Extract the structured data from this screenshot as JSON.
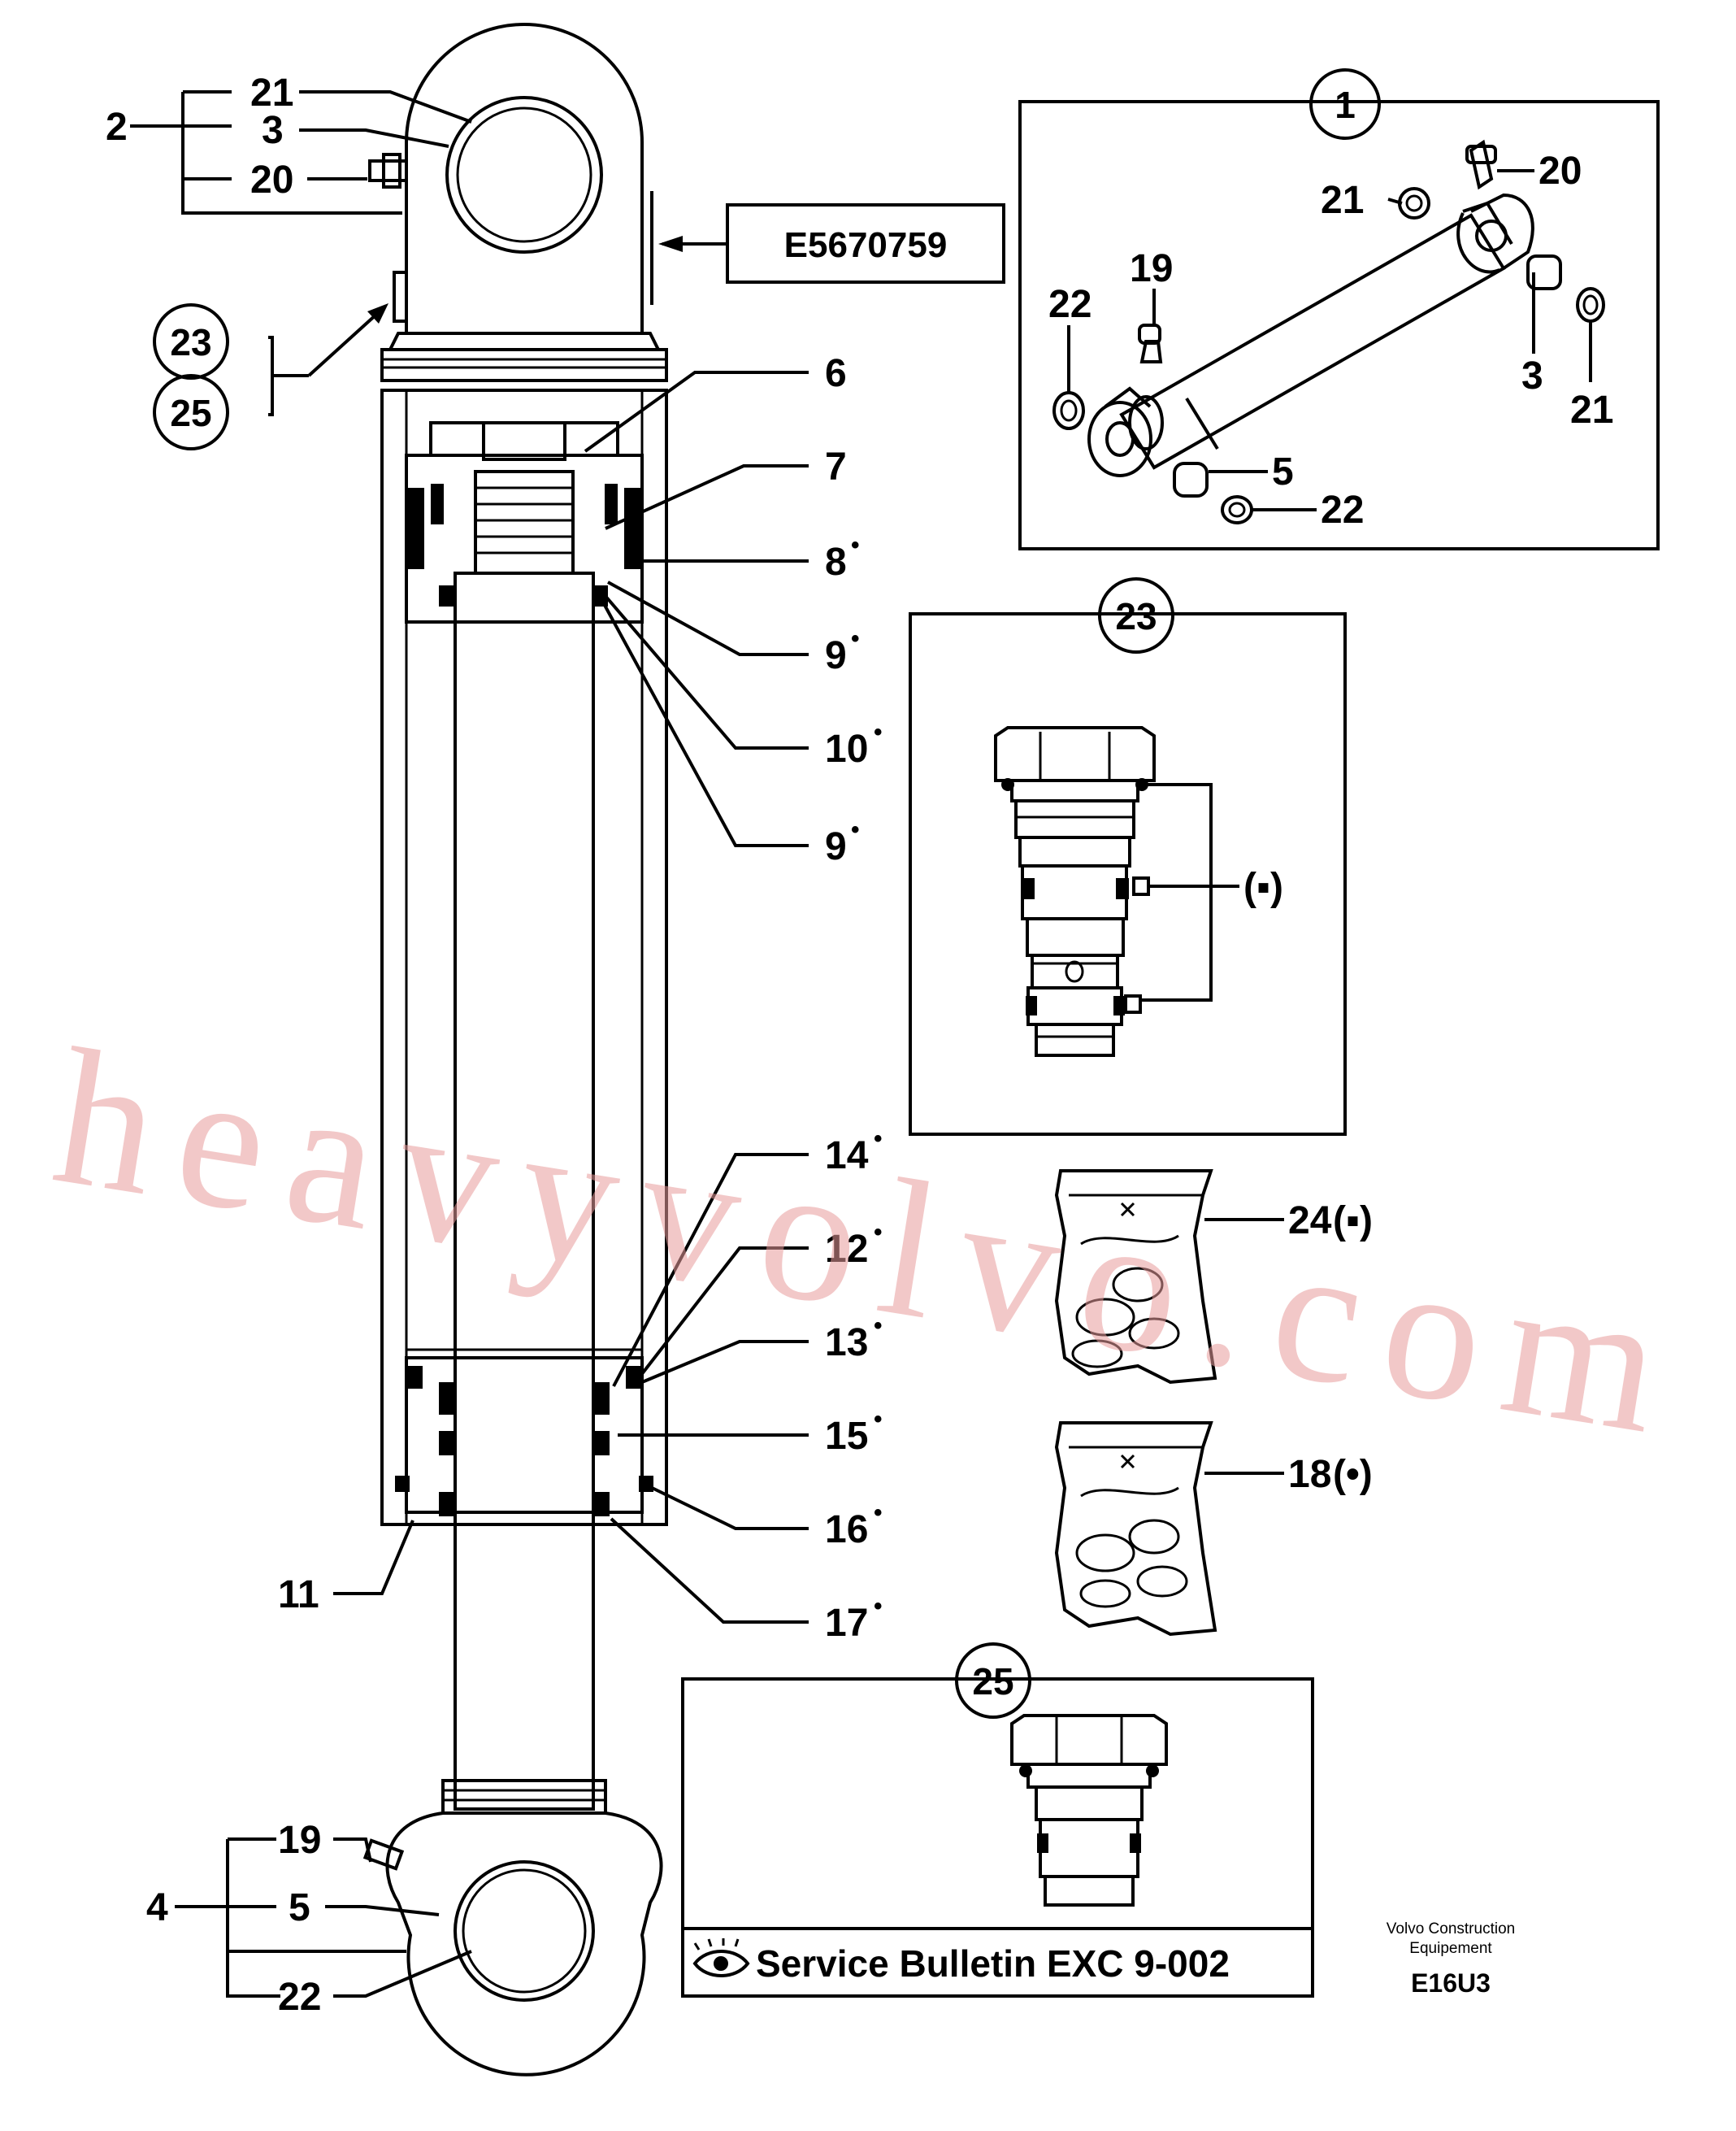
{
  "watermark": "heavyvolvo.com",
  "reference_box": "E5670759",
  "bulletin": "Service Bulletin EXC 9-002",
  "bulletin_icon": "eye-icon",
  "footer": {
    "maker_line1": "Volvo Construction",
    "maker_line2": "Equipement",
    "code": "E16U3"
  },
  "callouts": {
    "c1": "1",
    "c23": "23",
    "c25": "25"
  },
  "main_labels": {
    "l2": "2",
    "l21": "21",
    "l3": "3",
    "l20": "20",
    "l6": "6",
    "l7": "7",
    "l8": "8",
    "l9a": "9",
    "l10": "10",
    "l9b": "9",
    "l14": "14",
    "l12": "12",
    "l13": "13",
    "l15": "15",
    "l16": "16",
    "l17": "17",
    "l11": "11",
    "l4": "4",
    "l19": "19",
    "l5": "5",
    "l22": "22"
  },
  "dot": "•",
  "inset1_labels": {
    "l20": "20",
    "l21a": "21",
    "l19": "19",
    "l22a": "22",
    "l3": "3",
    "l21b": "21",
    "l5": "5",
    "l22b": "22"
  },
  "kit_labels": {
    "l24": "24",
    "l24_mark": "(▪)",
    "l18": "18",
    "l18_mark": "(•)"
  },
  "inset23_mark": "(▪)"
}
